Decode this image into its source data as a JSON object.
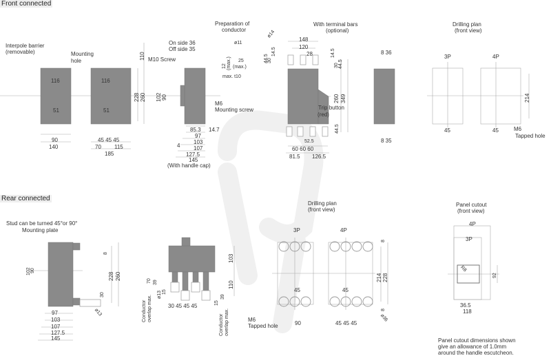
{
  "front": {
    "heading": "Front connected",
    "prep_title_1": "Preparation of",
    "prep_title_2": "conductor",
    "bars_title_1": "With terminal bars",
    "bars_title_2": "(optional)",
    "drill_title_1": "Drilling plan",
    "drill_title_2": "(front view)",
    "interpole_1": "Interpole barrier",
    "interpole_2": "(removable)",
    "mounting_1": "Mounting",
    "mounting_2": "hole",
    "on_side": "On side 36",
    "off_side": "Off side 35",
    "m10": "M10 Screw",
    "m6": "M6",
    "m6_screw": "Mounting screw",
    "handle_cap": "(With handle cap)",
    "trip_1": "Trip button",
    "trip_2": "(red)",
    "tapped_m6": "M6",
    "tapped_hole": "Tapped hole",
    "prep": {
      "d11": "ø11",
      "d12": "12",
      "max1": "(max.)",
      "d25": "25",
      "max2": "(max.)",
      "t10": "max. t10"
    },
    "dims": {
      "w116a": "116",
      "w116b": "116",
      "w51a": "51",
      "w51b": "51",
      "w90": "90",
      "w140": "140",
      "w45s": "45  45  45",
      "w70": "70",
      "w115": "115",
      "w185": "185",
      "h110": "110",
      "h228": "228",
      "h260": "260",
      "h102": "102",
      "h90": "90",
      "d85": "85.3",
      "d147": "14.7",
      "d97": "97",
      "d103": "103",
      "d4": "4",
      "d107": "107",
      "d127": "127.5",
      "d145": "145"
    },
    "bars": {
      "w148": "148",
      "w120": "120",
      "w28": "28",
      "h145": "14.5",
      "h30": "30",
      "h445a": "44.5",
      "h260": "260",
      "h349": "349",
      "h445b": "44.5",
      "d14": "ø14",
      "l445": "44.5",
      "l30": "30",
      "l145": "14.5",
      "w525": "52.5",
      "w60s": "60    60    60",
      "w815": "81.5",
      "w1265": "126.5"
    },
    "side": {
      "top": "8  36",
      "bottom": "8  35"
    },
    "drill": {
      "p3": "3P",
      "p4": "4P",
      "h214": "214",
      "w45a": "45",
      "w45b": "45"
    }
  },
  "rear": {
    "heading": "Rear connected",
    "stud": "Stud can be turned 45°or 90°",
    "plate": "Mounting plate",
    "side": {
      "h8": "8",
      "h228": "228",
      "h260": "260",
      "h102": "102",
      "h90": "90",
      "h30": "30",
      "d13": "ø13",
      "d97": "97",
      "d103": "103",
      "d107": "107",
      "d127": "127.5",
      "d145": "145"
    },
    "mid": {
      "h103": "103",
      "h110": "110",
      "h70": "70",
      "h39a": "39",
      "d13": "ø13",
      "h15a": "15",
      "w": "30  45   45   45",
      "h15b": "15",
      "h39b": "39",
      "overlap_a1": "Conductor",
      "overlap_a2": "overlap max.",
      "overlap_b1": "Conductor",
      "overlap_b2": "overlap max."
    },
    "drill": {
      "title_1": "Drilling plan",
      "title_2": "(front view)",
      "p3": "3P",
      "p4": "4P",
      "w45a": "45",
      "w45b": "45",
      "w90": "90",
      "w45s": "45   45   45",
      "h8a": "8",
      "h214": "214",
      "h228": "228",
      "h8b": "8",
      "d36": "ø36",
      "m6": "M6",
      "tapped": "Tapped hole"
    },
    "panel": {
      "title_1": "Panel cutout",
      "title_2": "(front view)",
      "p4": "4P",
      "p3": "3P",
      "r8": "R8",
      "h92": "92",
      "w365": "36.5",
      "w118": "118",
      "note_1": "Panel cutout dimensions shown",
      "note_2": "give an allowance of 1.0mm",
      "note_3": "around the handle escutcheon."
    }
  },
  "colors": {
    "body": "#8a8a8a",
    "line": "#9a9a9a",
    "watermark": "#f0f0f0"
  }
}
